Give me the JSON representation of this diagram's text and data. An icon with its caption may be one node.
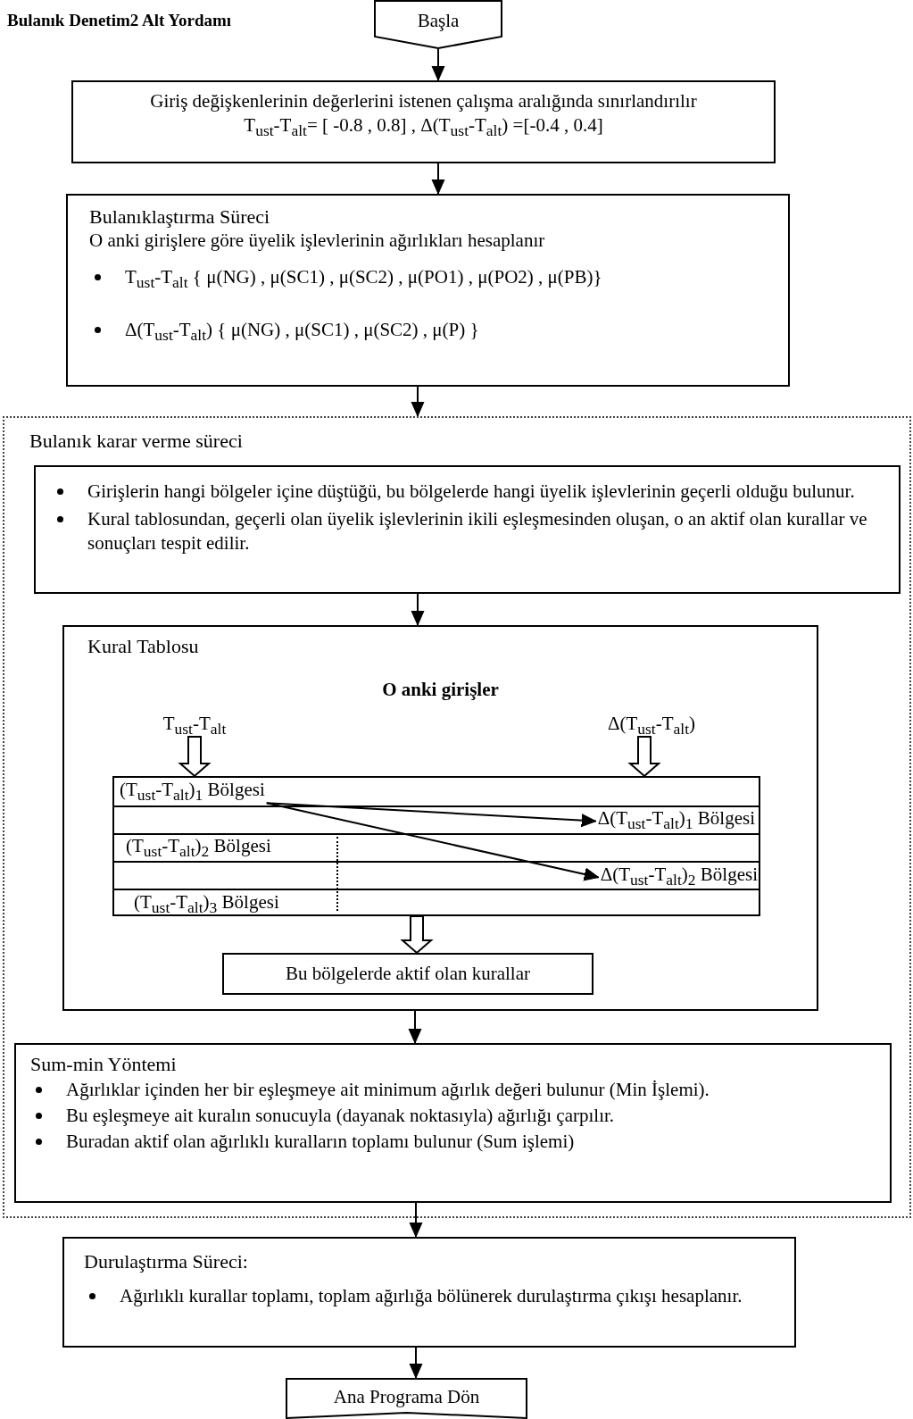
{
  "diagram": {
    "title": "Bulanık Denetim2 Alt Yordamı",
    "nodes": [
      {
        "text": [
          "Başla"
        ]
      },
      {
        "text": [
          "Giriş değişkenlerinin değerlerini istenen çalışma aralığında sınırlandırılır",
          "T$_{ust}$-T$_{alt}$= [ -0.8 , 0.8] , Δ(T$_{ust}$-T$_{alt}$) =[-0.4 , 0.4]"
        ]
      },
      {
        "text": [
          "Bulanıklaştırma Süreci",
          "O anki girişlere göre üyelik işlevlerinin ağırlıkları hesaplanır",
          "T$_{ust}$-T$_{alt}$ { μ(NG) , μ(SC1) , μ(SC2) , μ(PO1) , μ(PO2) , μ(PB)}",
          "Δ(T$_{ust}$-T$_{alt}$) { μ(NG) , μ(SC1) , μ(SC2) , μ(P) }"
        ]
      },
      {
        "text": [
          "Bulanık karar verme süreci"
        ]
      },
      {
        "text": [
          "Girişlerin hangi bölgeler içine düştüğü, bu bölgelerde hangi üyelik işlevlerinin geçerli olduğu bulunur.",
          "Kural tablosundan, geçerli olan üyelik işlevlerinin ikili eşleşmesinden oluşan, o an aktif olan kurallar ve sonuçları tespit edilir."
        ],
        "in": 3
      },
      {
        "text": [
          "Kural Tablosu",
          "O anki girişler"
        ],
        "in": 3
      },
      {
        "text": [
          "T$_{ust}$-T$_{alt}$"
        ],
        "in": 5
      },
      {
        "text": [
          "Δ(T$_{ust}$-T$_{alt}$)"
        ],
        "in": 5
      },
      {
        "text": [],
        "shape": "box",
        "in": 5
      },
      {
        "text": [
          "(T$_{ust}$-T$_{alt}$)$_{1}$ Bölgesi"
        ],
        "in": 8
      },
      {
        "text": [
          "Δ(T$_{ust}$-T$_{alt}$)$_{1}$ Bölgesi"
        ],
        "in": 8
      },
      {
        "text": [
          "(T$_{ust}$-T$_{alt}$)$_{2}$ Bölgesi"
        ],
        "in": 8
      },
      {
        "text": [
          "Δ(T$_{ust}$-T$_{alt}$)$_{2}$ Bölgesi"
        ],
        "in": 8
      },
      {
        "text": [
          "(T$_{ust}$-T$_{alt}$)$_{3}$ Bölgesi"
        ],
        "in": 8
      },
      {
        "text": [
          "Bu bölgelerde aktif olan kurallar"
        ],
        "in": 5
      },
      {
        "text": [
          "Sum-min Yöntemi",
          "Ağırlıklar içinden her bir eşleşmeye ait minimum ağırlık değeri bulunur (Min İşlemi).",
          "Bu eşleşmeye ait kuralın sonucuyla (dayanak noktasıyla) ağırlığı çarpılır.",
          "Buradan aktif olan ağırlıklı kuralların toplamı bulunur (Sum işlemi)"
        ],
        "in": 3
      },
      {
        "text": [
          "Durulaştırma Süreci:",
          "Ağırlıklı kurallar toplamı, toplam ağırlığa bölünerek durulaştırma çıkışı hesaplanır."
        ]
      },
      {
        "text": [
          "Ana Programa Dön"
        ]
      }
    ],
    "edges": [
      {
        "from": 0,
        "to": 1,
        "arrow": "to"
      },
      {
        "from": 1,
        "to": 2,
        "arrow": "to"
      },
      {
        "from": 2,
        "to": 3,
        "arrow": "to"
      },
      {
        "from": 4,
        "to": 5,
        "arrow": "to"
      },
      {
        "from": 6,
        "to": 8,
        "arrow": "to"
      },
      {
        "from": 7,
        "to": 8,
        "arrow": "to"
      },
      {
        "from": 9,
        "to": 10,
        "arrow": "to"
      },
      {
        "from": 9,
        "to": 12,
        "arrow": "to"
      },
      {
        "from": 8,
        "to": 14,
        "arrow": "to"
      },
      {
        "from": 5,
        "to": 15,
        "arrow": "to"
      },
      {
        "from": 15,
        "to": 16,
        "arrow": "to"
      },
      {
        "from": 16,
        "to": 17,
        "arrow": "to"
      }
    ]
  }
}
